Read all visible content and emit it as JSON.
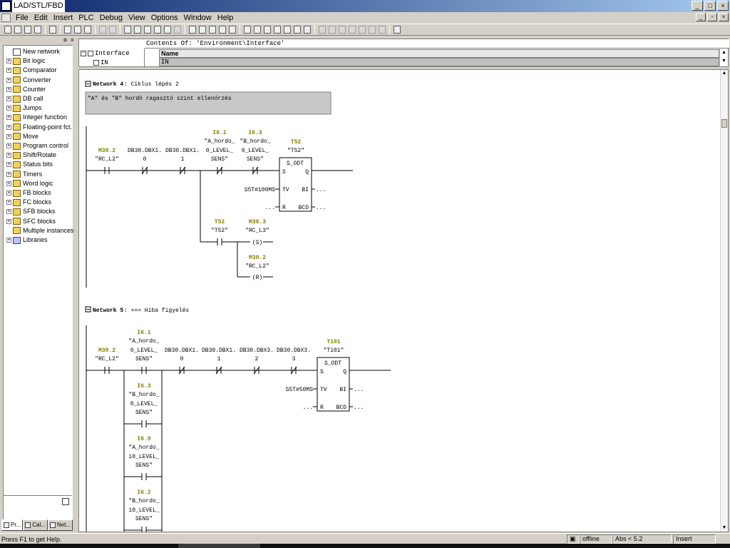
{
  "window": {
    "title": "LAD/STL/FBD"
  },
  "menu": {
    "items": [
      "File",
      "Edit",
      "Insert",
      "PLC",
      "Debug",
      "View",
      "Options",
      "Window",
      "Help"
    ]
  },
  "left_panel": {
    "tree": [
      {
        "label": "New network",
        "icon": "new-network-icon",
        "expandable": false
      },
      {
        "label": "Bit logic",
        "icon": "folder-icon",
        "expandable": true
      },
      {
        "label": "Comparator",
        "icon": "folder-icon",
        "expandable": true
      },
      {
        "label": "Converter",
        "icon": "folder-icon",
        "expandable": true
      },
      {
        "label": "Counter",
        "icon": "folder-icon",
        "expandable": true
      },
      {
        "label": "DB call",
        "icon": "folder-icon",
        "expandable": true
      },
      {
        "label": "Jumps",
        "icon": "folder-icon",
        "expandable": true
      },
      {
        "label": "Integer function",
        "icon": "folder-icon",
        "expandable": true
      },
      {
        "label": "Floating-point fct.",
        "icon": "folder-icon",
        "expandable": true
      },
      {
        "label": "Move",
        "icon": "folder-icon",
        "expandable": true
      },
      {
        "label": "Program control",
        "icon": "folder-icon",
        "expandable": true
      },
      {
        "label": "Shift/Rotate",
        "icon": "folder-icon",
        "expandable": true
      },
      {
        "label": "Status bits",
        "icon": "folder-icon",
        "expandable": true
      },
      {
        "label": "Timers",
        "icon": "folder-icon",
        "expandable": true
      },
      {
        "label": "Word logic",
        "icon": "folder-icon",
        "expandable": true
      },
      {
        "label": "FB blocks",
        "icon": "folder-icon",
        "expandable": true
      },
      {
        "label": "FC blocks",
        "icon": "folder-icon",
        "expandable": true
      },
      {
        "label": "SFB blocks",
        "icon": "folder-icon",
        "expandable": true
      },
      {
        "label": "SFC blocks",
        "icon": "folder-icon",
        "expandable": true
      },
      {
        "label": "Multiple instances",
        "icon": "folder-icon",
        "expandable": false
      },
      {
        "label": "Libraries",
        "icon": "library-icon",
        "expandable": true
      }
    ],
    "tabs": [
      "Pr...",
      "Cal...",
      "Net..."
    ]
  },
  "interface": {
    "contents_of": "Contents Of: 'Environment\\Interface'",
    "tree_root": "Interface",
    "tree_child": "IN",
    "column_name": "Name",
    "row_value": "IN"
  },
  "networks": [
    {
      "label": "Network 4",
      "title": ": Ciklus lépés 2",
      "comment": "\"A\" és \"B\" hordó ragasztó szint ellenőrzés",
      "contacts": [
        {
          "addr": "M30.2",
          "sym": "\"RC_L2\"",
          "addr2": "",
          "sym2": ""
        },
        {
          "addr": "",
          "sym": "DB30.DBX1.",
          "addr2": "",
          "sym2": "0"
        },
        {
          "addr": "",
          "sym": "DB30.DBX1.",
          "addr2": "",
          "sym2": "1"
        },
        {
          "addr": "I6.1",
          "sym": "\"A_hordo_",
          "addr2": "0_LEVEL_",
          "sym2": "SENS\""
        },
        {
          "addr": "I6.3",
          "sym": "\"B_hordo_",
          "addr2": "0_LEVEL_",
          "sym2": "SENS\""
        }
      ],
      "timer": {
        "addr": "T52",
        "sym": "\"T52\"",
        "name": "S_ODT",
        "s": "S",
        "q": "Q",
        "tv": "TV",
        "bi": "BI",
        "r": "R",
        "bcd": "BCD",
        "tv_val": "S5T#100MS",
        "dots": "..."
      },
      "branch": {
        "t_addr": "T52",
        "t_sym": "\"T52\"",
        "c1_addr": "M30.3",
        "c1_sym": "\"RC_L3\"",
        "c1_type": "S",
        "c2_addr": "M30.2",
        "c2_sym": "\"RC_L2\"",
        "c2_type": "R"
      }
    },
    {
      "label": "Network 5",
      "title": ": === Hiba figyelés",
      "contacts": [
        {
          "addr": "M30.2",
          "sym": "\"RC_L2\""
        },
        {
          "addr": "I6.1",
          "sym": "\"A_hordo_",
          "l2": "0_LEVEL_",
          "l3": "SENS\""
        },
        {
          "sym": "DB30.DBX1.",
          "l2": "0"
        },
        {
          "sym": "DB30.DBX1.",
          "l2": "1"
        },
        {
          "sym": "DB30.DBX3.",
          "l2": "2"
        },
        {
          "sym": "DB30.DBX3.",
          "l2": "3"
        }
      ],
      "parallel": [
        {
          "addr": "I6.3",
          "sym": "\"B_hordo_",
          "l2": "0_LEVEL_",
          "l3": "SENS\""
        },
        {
          "addr": "I6.0",
          "sym": "\"A_hordo_",
          "l2": "10_LEVEL_",
          "l3": "SENS\""
        },
        {
          "addr": "I6.2",
          "sym": "\"B_hordo_",
          "l2": "10_LEVEL_",
          "l3": "SENS\""
        }
      ],
      "timer": {
        "addr": "T101",
        "sym": "\"T101\"",
        "name": "S_ODT",
        "s": "S",
        "q": "Q",
        "tv": "TV",
        "bi": "BI",
        "r": "R",
        "bcd": "BCD",
        "tv_val": "S5T#50MS",
        "dots": "..."
      }
    }
  ],
  "status": {
    "help": "Press F1 to get Help.",
    "mode": "offline",
    "abs": "Abs < 5.2",
    "insert": "Insert"
  },
  "colors": {
    "address": "#808000",
    "title_bar_start": "#0a246a",
    "comment_bg": "#c8c8c8"
  }
}
